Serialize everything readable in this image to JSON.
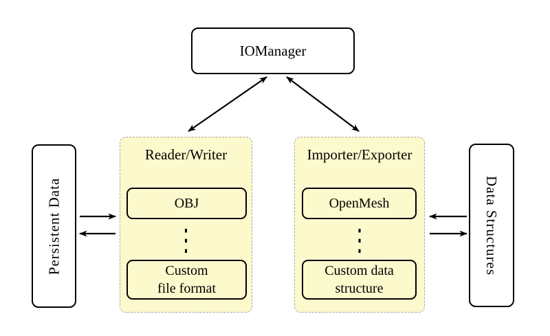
{
  "colors": {
    "background": "#ffffff",
    "group_fill": "#fcf9cd",
    "group_border": "#a6a6a6",
    "node_fill": "#ffffff",
    "stroke": "#000000"
  },
  "nodes": {
    "iomanager": {
      "label": "IOManager"
    },
    "persistent_data": {
      "label": "Persistent Data"
    },
    "data_structures": {
      "label": "Data Structures"
    },
    "reader_writer": {
      "title": "Reader/Writer",
      "item_top": "OBJ",
      "ellipsis": "⋮",
      "item_bottom_line1": "Custom",
      "item_bottom_line2": "file format"
    },
    "importer_exporter": {
      "title": "Importer/Exporter",
      "item_top": "OpenMesh",
      "ellipsis": "⋮",
      "item_bottom_line1": "Custom data",
      "item_bottom_line2": "structure"
    }
  },
  "edges": [
    {
      "from": "IOManager",
      "to": "Reader/Writer",
      "type": "double-arrow"
    },
    {
      "from": "IOManager",
      "to": "Importer/Exporter",
      "type": "double-arrow"
    },
    {
      "from": "Persistent Data",
      "to": "Reader/Writer",
      "type": "arrow"
    },
    {
      "from": "Reader/Writer",
      "to": "Persistent Data",
      "type": "arrow"
    },
    {
      "from": "Data Structures",
      "to": "Importer/Exporter",
      "type": "arrow"
    },
    {
      "from": "Importer/Exporter",
      "to": "Data Structures",
      "type": "arrow"
    }
  ]
}
